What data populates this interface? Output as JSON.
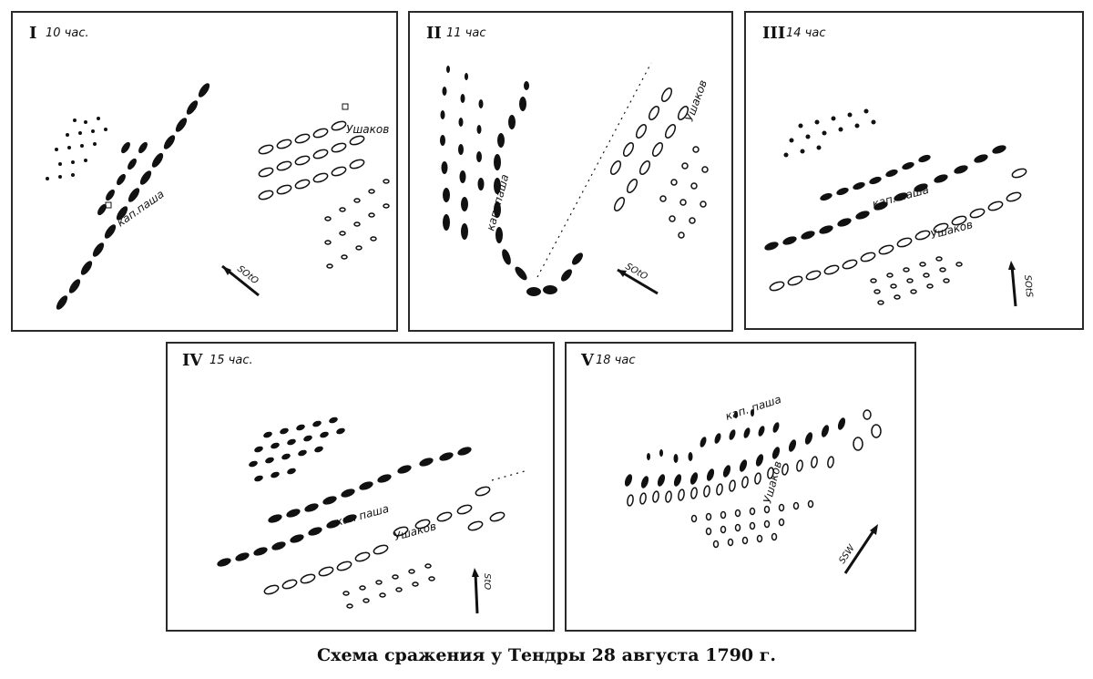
{
  "caption": "Схема сражения у Тендры 28 августа 1790 г.",
  "colors": {
    "turkish": "#111111",
    "russian": "#ffffff",
    "ink": "#111111"
  },
  "panels": [
    {
      "id": "I",
      "numeral": "I",
      "time": "10 час.",
      "wind": "SOtO",
      "labels": {
        "kapudan": "кап.паша",
        "ushakov": "Ушаков"
      }
    },
    {
      "id": "II",
      "numeral": "II",
      "time": "11 час",
      "wind": "SOtO",
      "labels": {
        "kapudan": "кап. паша",
        "ushakov": "Ушаков"
      }
    },
    {
      "id": "III",
      "numeral": "III",
      "time": "14 час",
      "wind": "SOtS",
      "labels": {
        "kapudan": "кап. паша",
        "ushakov": "Ушаков"
      }
    },
    {
      "id": "IV",
      "numeral": "IV",
      "time": "15 час.",
      "wind": "StO",
      "labels": {
        "kapudan": "кап паша",
        "ushakov": "Ушаков"
      }
    },
    {
      "id": "V",
      "numeral": "V",
      "time": "18 час",
      "wind": "SSW",
      "labels": {
        "kapudan": "кап. паша",
        "ushakov": "Ушаков"
      }
    }
  ]
}
